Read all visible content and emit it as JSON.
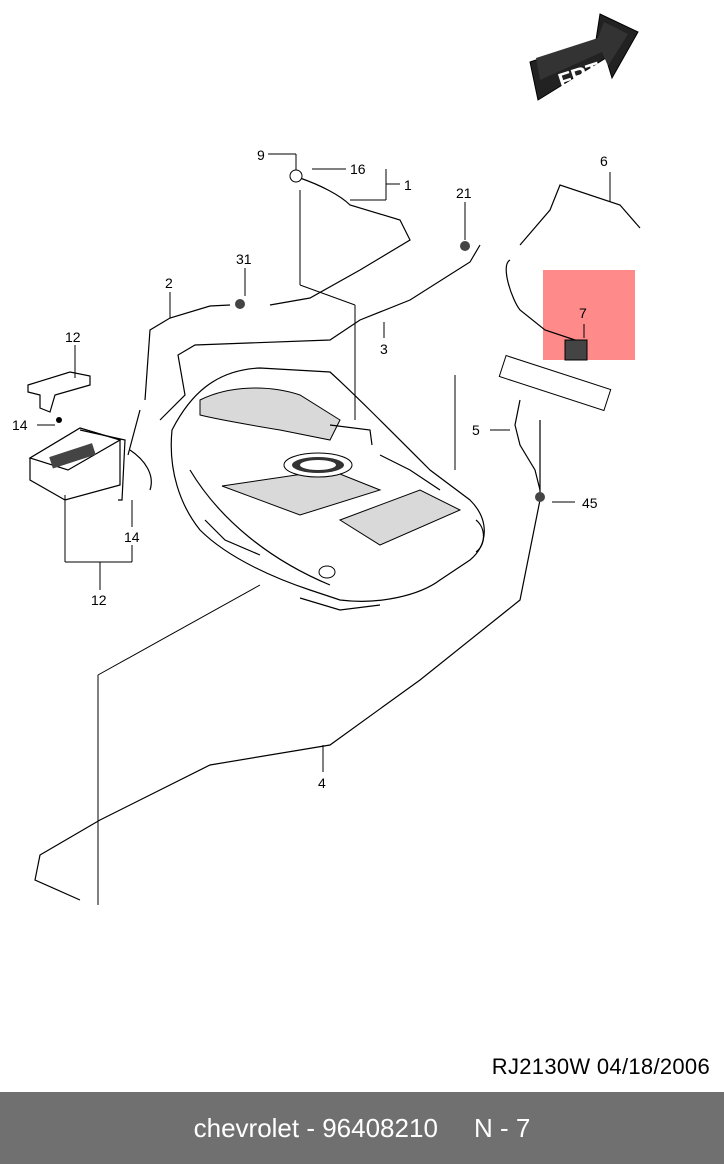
{
  "diagram": {
    "direction_arrow_label": "FRT",
    "callouts": [
      {
        "id": "c1",
        "text": "1"
      },
      {
        "id": "c2",
        "text": "2"
      },
      {
        "id": "c3",
        "text": "3"
      },
      {
        "id": "c4",
        "text": "4"
      },
      {
        "id": "c5",
        "text": "5"
      },
      {
        "id": "c6",
        "text": "6"
      },
      {
        "id": "c7",
        "text": "7"
      },
      {
        "id": "c9",
        "text": "9"
      },
      {
        "id": "c12",
        "text": "12"
      },
      {
        "id": "c14",
        "text": "14"
      },
      {
        "id": "c16",
        "text": "16"
      },
      {
        "id": "c21",
        "text": "21"
      },
      {
        "id": "c31",
        "text": "31"
      },
      {
        "id": "c45a",
        "text": "45"
      },
      {
        "id": "c45b",
        "text": "45"
      },
      {
        "id": "c45c",
        "text": "45"
      }
    ],
    "highlight_color": "#ff8a8a"
  },
  "doc_code": "RJ2130W  04/18/2006",
  "footer": {
    "brand": "chevrolet",
    "separator": " - ",
    "part_number": "96408210",
    "page_ref": "N - 7",
    "background": "#707070"
  }
}
